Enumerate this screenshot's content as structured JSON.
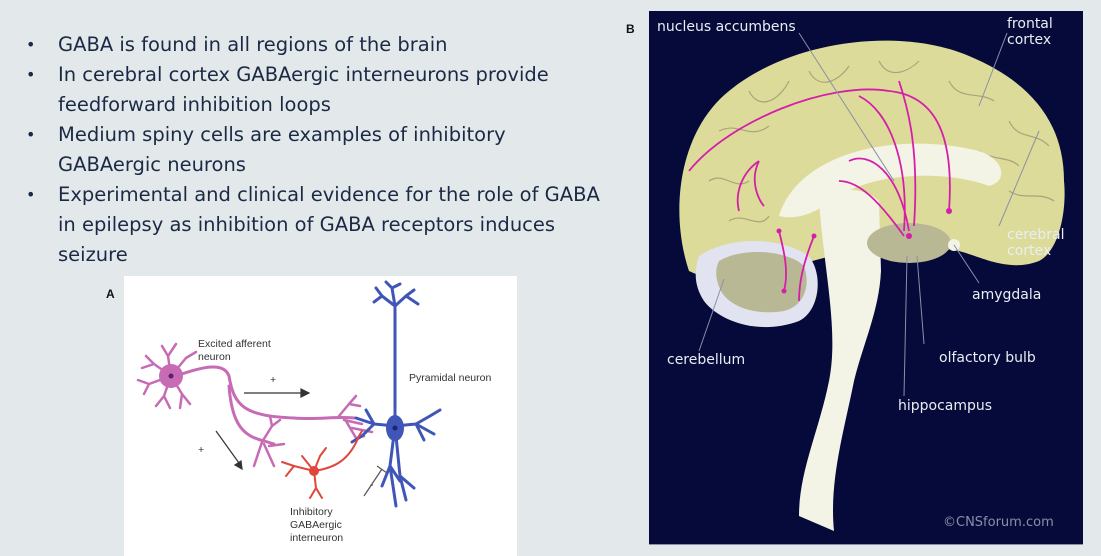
{
  "bullets": [
    {
      "text": "GABA is found in all regions of the brain"
    },
    {
      "text": "In cerebral cortex GABAergic interneurons provide feedforward inhibition loops"
    },
    {
      "text": "Medium spiny cells are examples of inhibitory GABAergic neurons"
    },
    {
      "text": "Experimental and clinical evidence for the role of GABA in epilepsy as inhibition of GABA receptors induces seizure"
    }
  ],
  "bullet_symbol": "•",
  "figure_a": {
    "panel_label": "A",
    "labels": {
      "excited_afferent": "Excited afferent neuron",
      "pyramidal": "Pyramidal neuron",
      "inhibitory": "Inhibitory GABAergic interneuron",
      "plus_1": "+",
      "plus_2": "+",
      "minus": "-"
    },
    "colors": {
      "afferent": "#c76bb5",
      "pyramidal": "#3f55b8",
      "interneuron": "#e0473c"
    }
  },
  "figure_b": {
    "panel_label": "B",
    "labels": {
      "nucleus_accumbens": "nucleus accumbens",
      "frontal_cortex": "frontal cortex",
      "cerebral_cortex": "cerebral cortex",
      "amygdala": "amygdala",
      "olfactory_bulb": "olfactory bulb",
      "hippocampus": "hippocampus",
      "cerebellum": "cerebellum",
      "credit": "©CNSforum.com"
    },
    "colors": {
      "background": "#050a3a",
      "cortex": "#dcdb9a",
      "white_matter": "#f3f3e6",
      "pathways": "#d41fa8"
    }
  }
}
